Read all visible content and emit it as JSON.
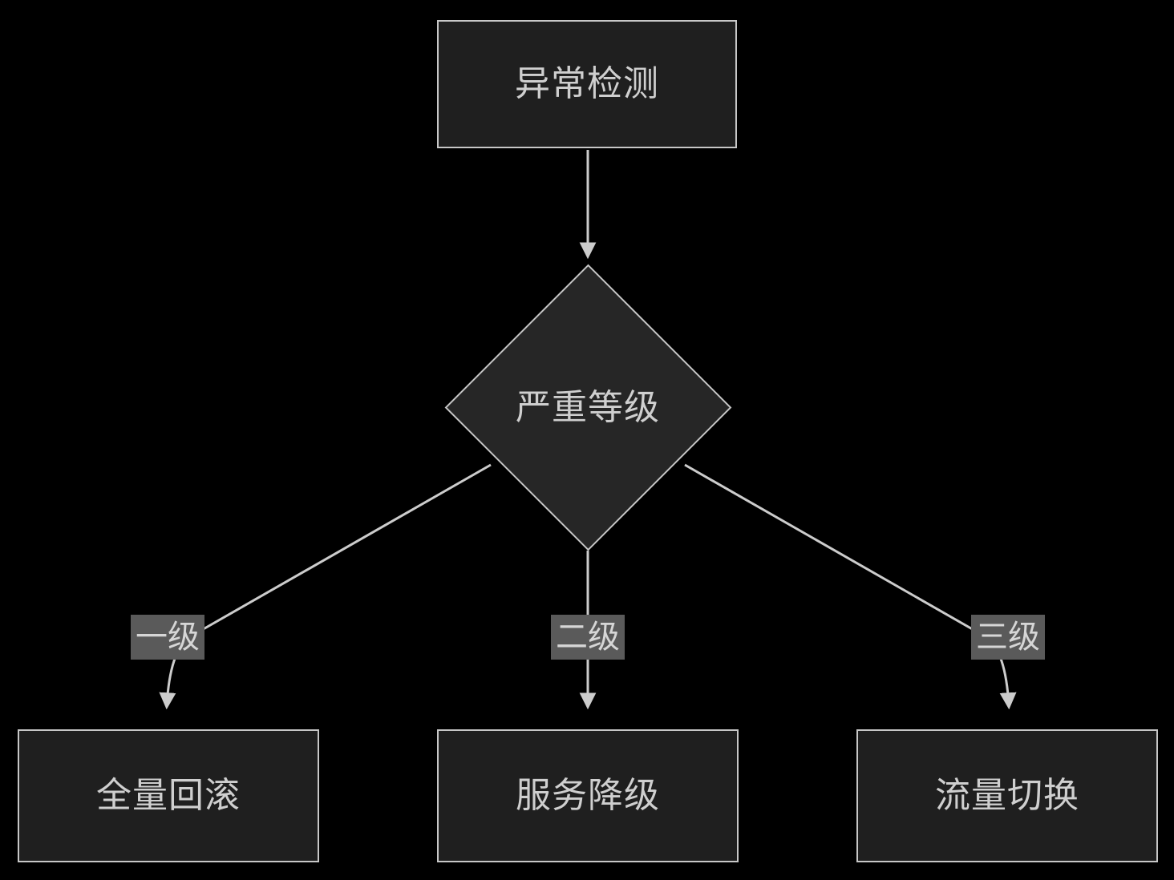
{
  "diagram": {
    "type": "flowchart",
    "direction": "top-down",
    "background_color": "#000000",
    "node_fill_color": "#1f1f1f",
    "decision_fill_color": "#262626",
    "node_border_color": "#c7c7c7",
    "text_color": "#cfcfcf",
    "edge_color": "#cccccc",
    "edge_label_background_color": "#5a5a5a",
    "nodes": [
      {
        "id": "detect",
        "label": "异常检测",
        "shape": "rectangle"
      },
      {
        "id": "severity",
        "label": "严重等级",
        "shape": "diamond"
      },
      {
        "id": "rollback",
        "label": "全量回滚",
        "shape": "rectangle"
      },
      {
        "id": "degrade",
        "label": "服务降级",
        "shape": "rectangle"
      },
      {
        "id": "traffic",
        "label": "流量切换",
        "shape": "rectangle"
      }
    ],
    "edges": [
      {
        "from": "detect",
        "to": "severity",
        "label": ""
      },
      {
        "from": "severity",
        "to": "rollback",
        "label": "一级"
      },
      {
        "from": "severity",
        "to": "degrade",
        "label": "二级"
      },
      {
        "from": "severity",
        "to": "traffic",
        "label": "三级"
      }
    ]
  }
}
